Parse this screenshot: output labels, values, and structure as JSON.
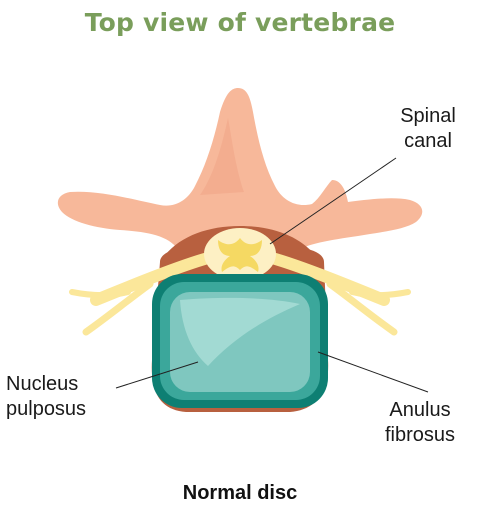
{
  "title": "Top view of vertebrae",
  "labels": {
    "spinal_canal": [
      "Spinal",
      "canal"
    ],
    "nucleus_pulposus": [
      "Nucleus",
      "pulposus"
    ],
    "anulus_fibrosus": [
      "Anulus",
      "fibrosus"
    ]
  },
  "caption": "Normal disc",
  "colors": {
    "title": "#7a9e5b",
    "bone": "#f7b89a",
    "bone_shadow": "#e59a7c",
    "nerve": "#fbe79a",
    "disc_outer": "#0e7f73",
    "disc_inner": "#7fc7bf",
    "body_dark": "#b8603f"
  }
}
